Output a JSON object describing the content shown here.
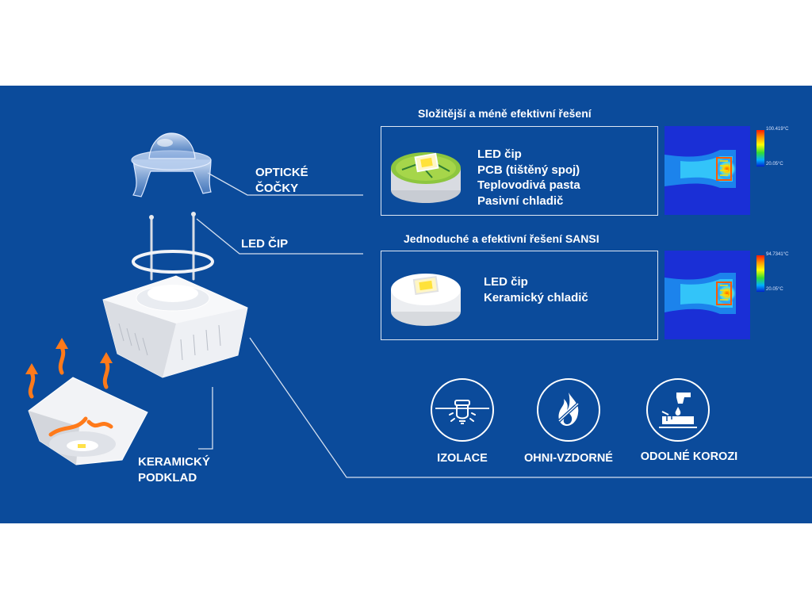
{
  "labels": {
    "lens": [
      "OPTICKÉ",
      "ČOČKY"
    ],
    "chip": "LED ČIP",
    "base": [
      "KERAMICKÝ",
      "PODKLAD"
    ]
  },
  "comparison": {
    "complex": {
      "title": "Složitější a méně efektivní řešení",
      "items": [
        "LED čip",
        "PCB (tištěný spoj)",
        "Teplovodivá pasta",
        "Pasivní chladič"
      ],
      "thermal_max": "100.419°C",
      "thermal_min": "20.05°C"
    },
    "simple": {
      "title": "Jednoduché a efektivní řešení SANSI",
      "items": [
        "LED čip",
        "Keramický chladič"
      ],
      "thermal_max": "94.7341°C",
      "thermal_min": "20.05°C"
    }
  },
  "features": [
    {
      "label": "IZOLACE",
      "icon": "insulation-icon"
    },
    {
      "label": "OHNI-VZDORNÉ",
      "icon": "fire-resistant-icon"
    },
    {
      "label": "ODOLNÉ KOROZI",
      "icon": "corrosion-resistant-icon"
    }
  ],
  "colors": {
    "background": "#0b4b9b",
    "arrow": "#ff7a1a",
    "thermal_bg": "#1a2fd6"
  }
}
